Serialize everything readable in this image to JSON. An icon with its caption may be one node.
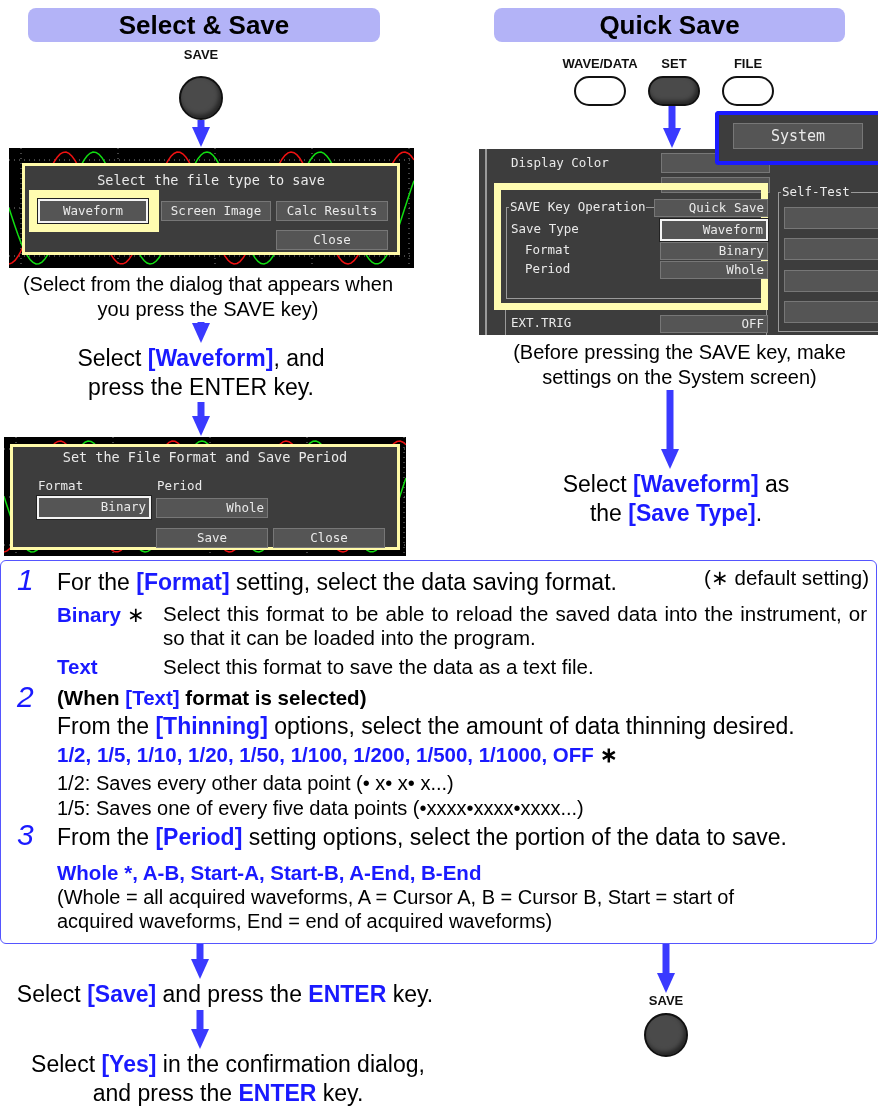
{
  "diagram": {
    "nodes": [
      {
        "text": [
          "Select & Save"
        ]
      },
      {
        "text": [
          "Quick Save"
        ]
      },
      {
        "text": [
          "SAVE"
        ]
      },
      {
        "text": [
          "WAVE/DATA"
        ]
      },
      {
        "text": [
          "SET"
        ]
      },
      {
        "text": [
          "FILE"
        ]
      },
      {
        "text": [
          "Select the file type to save",
          "Waveform",
          "Screen Image",
          "Calc Results",
          "Close"
        ]
      },
      {
        "text": [
          "(Select from the dialog that appears when you press the SAVE key)"
        ]
      },
      {
        "text": [
          "System"
        ]
      },
      {
        "text": [
          "Display Color",
          "SAVE Key Operation",
          "Quick Save",
          "Save Type",
          "Waveform",
          "Format",
          "Binary",
          "Period",
          "Whole",
          "EXT.TRIG",
          "OFF",
          "Self-Test"
        ]
      },
      {
        "text": [
          "Select **[Waveform]**, and press the ENTER key."
        ]
      },
      {
        "text": [
          "(Before pressing the SAVE key, make settings on the System screen)"
        ]
      },
      {
        "text": [
          "Set the File Format and Save Period",
          "Format",
          "Binary",
          "Period",
          "Whole",
          "Save",
          "Close"
        ]
      },
      {
        "text": [
          "Select **[Waveform]** as the **[Save Type]**."
        ]
      },
      {
        "text": [
          "1",
          "For the **[Format]** setting, select the data saving format.",
          "(∗ default setting)",
          "**Binary** ∗",
          "Select this format to be able to reload the saved data into the instrument, or so that it can be loaded into the program.",
          "Text",
          "Select this format to save the data as a text file.",
          "2",
          "(When **[Text]** format is selected)",
          "From the **[Thinning]** options, select the amount of data thinning desired.",
          "**1/2, 1/5, 1/10, 1/20, 1/50, 1/100, 1/200, 1/500, 1/1000, OFF** ∗",
          "1/2: Saves every other data point (• x• x• x...)",
          "1/5: Saves one of every five data points (•xxxx•xxxx•xxxx...)",
          "3",
          "From the **[Period]** setting options, select the portion of the data to save.",
          "Whole *, A-B, Start-A, Start-B, A-End, B-End",
          "(Whole = all acquired waveforms, A = Cursor A, B = Cursor B, Start = start of acquired waveforms, End = end of acquired waveforms)"
        ]
      },
      {
        "text": [
          "Select **[Save]** and press the **ENTER** key."
        ]
      },
      {
        "text": [
          "SAVE"
        ]
      },
      {
        "text": [
          "Select **[Yes]** in the confirmation dialog, and press the **ENTER** key."
        ]
      }
    ],
    "edges": [
      {
        "from": 2,
        "to": 6,
        "arrow": "to"
      },
      {
        "from": 7,
        "to": 10,
        "arrow": "to"
      },
      {
        "from": 10,
        "to": 12,
        "arrow": "to"
      },
      {
        "from": 4,
        "to": 9,
        "arrow": "to"
      },
      {
        "from": 11,
        "to": 13,
        "arrow": "to"
      },
      {
        "from": 14,
        "to": 15,
        "arrow": "to"
      },
      {
        "from": 15,
        "to": 17,
        "arrow": "to"
      },
      {
        "from": 14,
        "to": 16,
        "arrow": "to"
      }
    ]
  }
}
